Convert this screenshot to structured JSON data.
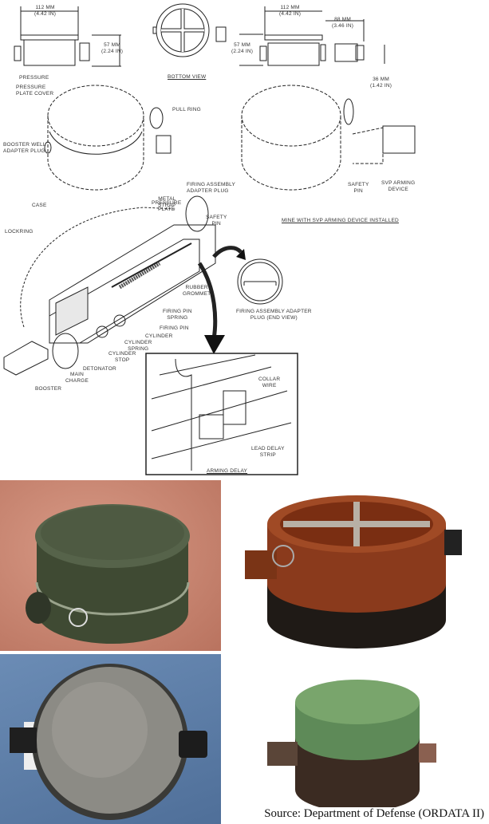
{
  "dimensions": {
    "left_width": "112 MM",
    "left_width_in": "(4.42 IN)",
    "left_height": "57 MM",
    "left_height_in": "(2.24 IN)",
    "bottom_view": "BOTTOM VIEW",
    "right_width": "112 MM",
    "right_width_in": "(4.42 IN)",
    "right_height": "57 MM",
    "right_height_in": "(2.24 IN)",
    "device_length": "88 MM",
    "device_length_in": "(3.46 IN)",
    "device_dia": "36 MM",
    "device_dia_in": "(1.42 IN)"
  },
  "exterior": {
    "pressure": "PRESSURE",
    "pressure_plate_cover": "PRESSURE\nPLATE COVER",
    "pull_ring": "PULL RING",
    "booster_well": "BOOSTER WELL\nADAPTER PLUG",
    "firing_assembly": "FIRING ASSEMBLY\nADAPTER PLUG",
    "metal_strap": "METAL\nSTRAP",
    "case": "CASE",
    "safety_pin": "SAFETY\nPIN",
    "svp_arming": "SVP ARMING\nDEVICE",
    "mine_with_svp": "MINE WITH SVP ARMING DEVICE INSTALLED"
  },
  "cutaway": {
    "pressure_plate": "PRESSURE\nPLATE",
    "safety_pin": "SAFETY\nPIN",
    "lockring": "LOCKRING",
    "rubber_grommet": "RUBBER\nGROMMET",
    "firing_pin_spring": "FIRING PIN\nSPRING",
    "end_view": "FIRING ASSEMBLY ADAPTER\nPLUG (END VIEW)",
    "firing_pin": "FIRING PIN",
    "cylinder": "CYLINDER",
    "cylinder_spring": "CYLINDER\nSPRING",
    "cylinder_stop": "CYLINDER\nSTOP",
    "detonator": "DETONATOR",
    "main_charge": "MAIN\nCHARGE",
    "booster": "BOOSTER",
    "collar_wire": "COLLAR\nWIRE",
    "lead_delay_strip": "LEAD DELAY\nSTRIP",
    "arming_delay": "ARMING DELAY"
  },
  "photos": {
    "bg_colors": [
      "#c98a78",
      "#ffffff",
      "#5d7fa6",
      "#ffffff"
    ],
    "mine_colors": [
      "#4c5a3e",
      "#8a3a1c",
      "#6f6f68",
      "#5e8a58"
    ]
  },
  "caption": "Source: Department of Defense (ORDATA II)"
}
